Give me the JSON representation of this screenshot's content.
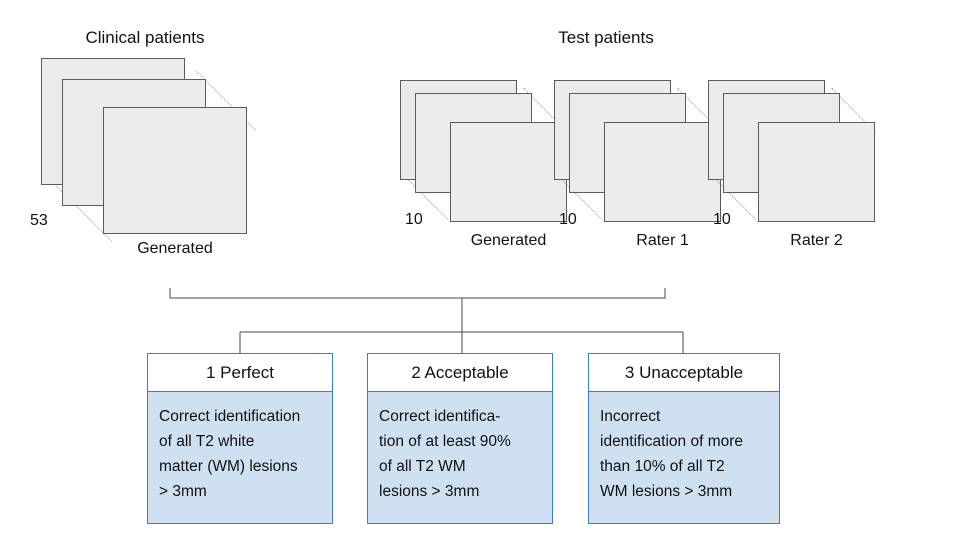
{
  "groups": [
    {
      "title": "Clinical patients",
      "stacks": [
        {
          "count": "53",
          "label": "Generated"
        }
      ]
    },
    {
      "title": "Test patients",
      "stacks": [
        {
          "count": "10",
          "label": "Generated"
        },
        {
          "count": "10",
          "label": "Rater 1"
        },
        {
          "count": "10",
          "label": "Rater 2"
        }
      ]
    }
  ],
  "ratings": [
    {
      "header": "1 Perfect",
      "body": "Correct identification\nof all T2 white\nmatter (WM) lesions\n> 3mm"
    },
    {
      "header": "2 Acceptable",
      "body": "Correct identifica-\ntion of at least 90%\nof all T2 WM\nlesions > 3mm"
    },
    {
      "header": "3 Unacceptable",
      "body": "Incorrect\nidentification of more\nthan 10% of all T2\nWM lesions > 3mm"
    }
  ],
  "colors": {
    "box_border": "#3d7ebe",
    "box_fill": "#cfe0f1",
    "card_fill": "#ebebeb",
    "card_border": "#5c5c5c",
    "connector": "#4a4a4a"
  }
}
